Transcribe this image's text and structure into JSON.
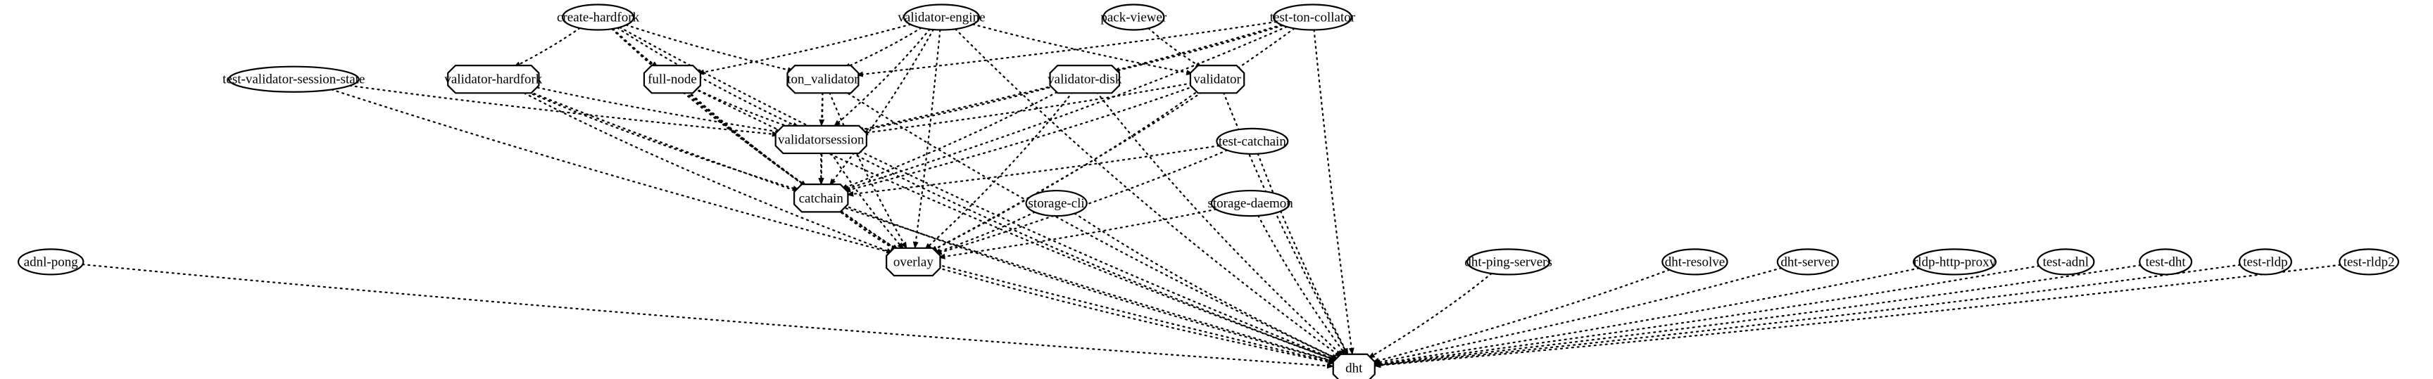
{
  "graph": {
    "nodes": [
      {
        "id": "create-hardfork",
        "label": "create-hardfork",
        "shape": "ellipse"
      },
      {
        "id": "validator-engine",
        "label": "validator-engine",
        "shape": "ellipse"
      },
      {
        "id": "pack-viewer",
        "label": "pack-viewer",
        "shape": "ellipse"
      },
      {
        "id": "test-ton-collator",
        "label": "test-ton-collator",
        "shape": "ellipse"
      },
      {
        "id": "test-validator-session-state",
        "label": "test-validator-session-state",
        "shape": "ellipse"
      },
      {
        "id": "validator-hardfork",
        "label": "validator-hardfork",
        "shape": "octagon"
      },
      {
        "id": "full-node",
        "label": "full-node",
        "shape": "octagon"
      },
      {
        "id": "ton_validator",
        "label": "ton_validator",
        "shape": "octagon"
      },
      {
        "id": "validator-disk",
        "label": "validator-disk",
        "shape": "octagon"
      },
      {
        "id": "validator",
        "label": "validator",
        "shape": "octagon"
      },
      {
        "id": "validatorsession",
        "label": "validatorsession",
        "shape": "octagon"
      },
      {
        "id": "test-catchain",
        "label": "test-catchain",
        "shape": "ellipse"
      },
      {
        "id": "catchain",
        "label": "catchain",
        "shape": "octagon"
      },
      {
        "id": "storage-cli",
        "label": "storage-cli",
        "shape": "ellipse"
      },
      {
        "id": "storage-daemon",
        "label": "storage-daemon",
        "shape": "ellipse"
      },
      {
        "id": "adnl-pong",
        "label": "adnl-pong",
        "shape": "ellipse"
      },
      {
        "id": "overlay",
        "label": "overlay",
        "shape": "octagon"
      },
      {
        "id": "dht-ping-servers",
        "label": "dht-ping-servers",
        "shape": "ellipse"
      },
      {
        "id": "dht-resolve",
        "label": "dht-resolve",
        "shape": "ellipse"
      },
      {
        "id": "dht-server",
        "label": "dht-server",
        "shape": "ellipse"
      },
      {
        "id": "rldp-http-proxy",
        "label": "rldp-http-proxy",
        "shape": "ellipse"
      },
      {
        "id": "test-adnl",
        "label": "test-adnl",
        "shape": "ellipse"
      },
      {
        "id": "test-dht",
        "label": "test-dht",
        "shape": "ellipse"
      },
      {
        "id": "test-rldp",
        "label": "test-rldp",
        "shape": "ellipse"
      },
      {
        "id": "test-rldp2",
        "label": "test-rldp2",
        "shape": "ellipse"
      },
      {
        "id": "dht",
        "label": "dht",
        "shape": "octagon"
      }
    ],
    "edges": [
      [
        "create-hardfork",
        "validator-hardfork"
      ],
      [
        "create-hardfork",
        "full-node"
      ],
      [
        "create-hardfork",
        "ton_validator"
      ],
      [
        "create-hardfork",
        "validatorsession"
      ],
      [
        "create-hardfork",
        "catchain"
      ],
      [
        "create-hardfork",
        "overlay"
      ],
      [
        "create-hardfork",
        "dht"
      ],
      [
        "validator-engine",
        "full-node"
      ],
      [
        "validator-engine",
        "ton_validator"
      ],
      [
        "validator-engine",
        "validator"
      ],
      [
        "validator-engine",
        "validatorsession"
      ],
      [
        "validator-engine",
        "catchain"
      ],
      [
        "validator-engine",
        "overlay"
      ],
      [
        "validator-engine",
        "dht"
      ],
      [
        "pack-viewer",
        "validator"
      ],
      [
        "test-ton-collator",
        "ton_validator"
      ],
      [
        "test-ton-collator",
        "validator-disk"
      ],
      [
        "test-ton-collator",
        "validatorsession"
      ],
      [
        "test-ton-collator",
        "catchain"
      ],
      [
        "test-ton-collator",
        "overlay"
      ],
      [
        "test-ton-collator",
        "dht"
      ],
      [
        "test-validator-session-state",
        "validatorsession"
      ],
      [
        "test-validator-session-state",
        "dht"
      ],
      [
        "validator-hardfork",
        "validatorsession"
      ],
      [
        "validator-hardfork",
        "catchain"
      ],
      [
        "validator-hardfork",
        "overlay"
      ],
      [
        "validator-hardfork",
        "dht"
      ],
      [
        "full-node",
        "validatorsession"
      ],
      [
        "full-node",
        "catchain"
      ],
      [
        "full-node",
        "overlay"
      ],
      [
        "full-node",
        "dht"
      ],
      [
        "ton_validator",
        "validatorsession"
      ],
      [
        "ton_validator",
        "catchain"
      ],
      [
        "ton_validator",
        "overlay"
      ],
      [
        "ton_validator",
        "dht"
      ],
      [
        "validator-disk",
        "validatorsession"
      ],
      [
        "validator-disk",
        "catchain"
      ],
      [
        "validator-disk",
        "overlay"
      ],
      [
        "validator-disk",
        "dht"
      ],
      [
        "validator",
        "validatorsession"
      ],
      [
        "validator",
        "catchain"
      ],
      [
        "validator",
        "overlay"
      ],
      [
        "validator",
        "dht"
      ],
      [
        "validatorsession",
        "catchain"
      ],
      [
        "validatorsession",
        "overlay"
      ],
      [
        "validatorsession",
        "dht"
      ],
      [
        "test-catchain",
        "catchain"
      ],
      [
        "test-catchain",
        "overlay"
      ],
      [
        "test-catchain",
        "dht"
      ],
      [
        "catchain",
        "overlay"
      ],
      [
        "catchain",
        "dht"
      ],
      [
        "storage-cli",
        "overlay"
      ],
      [
        "storage-cli",
        "dht"
      ],
      [
        "storage-daemon",
        "overlay"
      ],
      [
        "storage-daemon",
        "dht"
      ],
      [
        "adnl-pong",
        "dht"
      ],
      [
        "overlay",
        "dht"
      ],
      [
        "dht-ping-servers",
        "dht"
      ],
      [
        "dht-resolve",
        "dht"
      ],
      [
        "dht-server",
        "dht"
      ],
      [
        "rldp-http-proxy",
        "dht"
      ],
      [
        "test-adnl",
        "dht"
      ],
      [
        "test-dht",
        "dht"
      ],
      [
        "test-rldp",
        "dht"
      ],
      [
        "test-rldp2",
        "dht"
      ]
    ]
  }
}
